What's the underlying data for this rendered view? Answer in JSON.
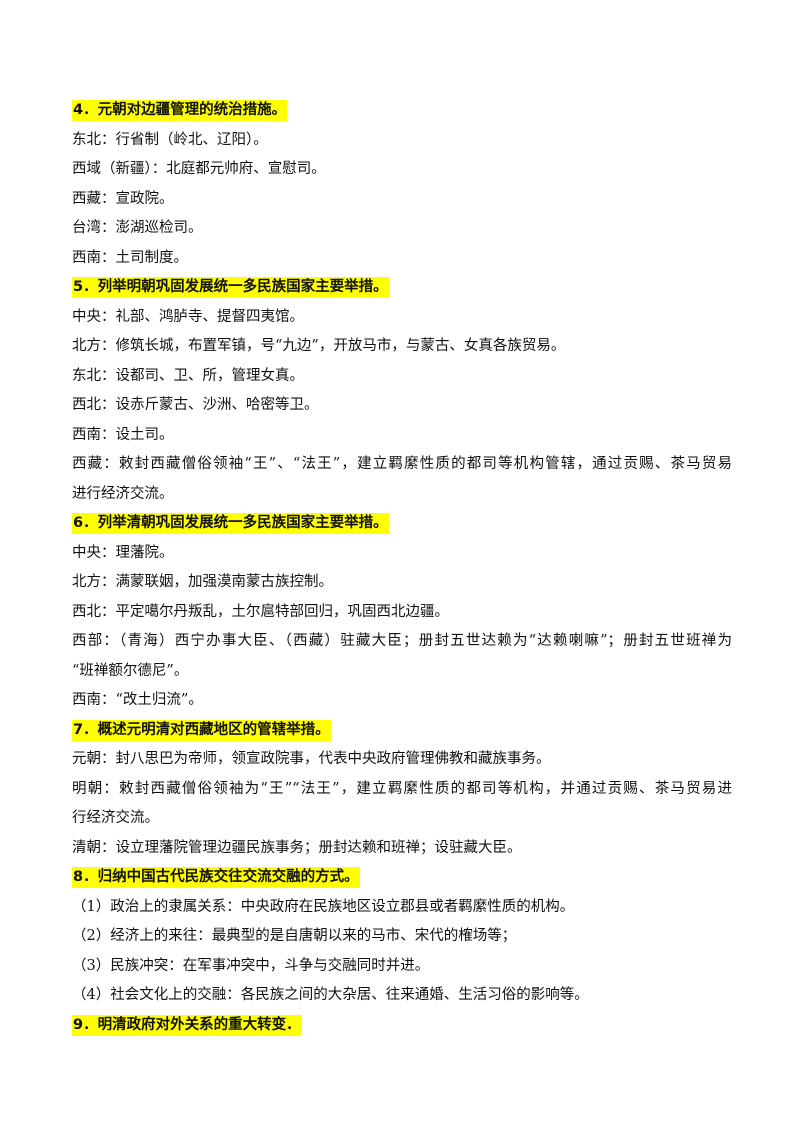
{
  "sections": [
    {
      "heading": "4．元朝对边疆管理的统治措施。",
      "lines": [
        "东北：行省制（岭北、辽阳）。",
        "西域（新疆）：北庭都元帅府、宣慰司。",
        "西藏：宣政院。",
        "台湾：澎湖巡检司。",
        "西南：土司制度。"
      ]
    },
    {
      "heading": "5．列举明朝巩固发展统一多民族国家主要举措。",
      "lines": [
        "中央：礼部、鸿胪寺、提督四夷馆。",
        "北方：修筑长城，布置军镇，号“九边”，开放马市，与蒙古、女真各族贸易。",
        "东北：设都司、卫、所，管理女真。",
        "西北：设赤斤蒙古、沙洲、哈密等卫。",
        "西南：设土司。"
      ],
      "wrapped": {
        "first": "西藏：敕封西藏僧俗领袖“王”、“法王”，建立羁縻性质的都司等机构管辖，通过贡赐、茶马贸易",
        "second": "进行经济交流。"
      }
    },
    {
      "heading": "6．列举清朝巩固发展统一多民族国家主要举措。",
      "lines": [
        "中央：理藩院。",
        "北方：满蒙联姻，加强漠南蒙古族控制。",
        "西北：平定噶尔丹叛乱，土尔扈特部回归，巩固西北边疆。"
      ],
      "wrapped": {
        "first": "西部：（青海）西宁办事大臣、（西藏）驻藏大臣；册封五世达赖为“达赖喇嘛”；册封五世班禅为",
        "second": "“班禅额尔德尼”。"
      },
      "after": [
        "西南：“改土归流”。"
      ]
    },
    {
      "heading": "7．概述元明清对西藏地区的管辖举措。",
      "lines": [
        "元朝：封八思巴为帝师，领宣政院事，代表中央政府管理佛教和藏族事务。"
      ],
      "wrapped": {
        "first": "明朝：敕封西藏僧俗领袖为“王”“法王”，建立羁縻性质的都司等机构，并通过贡赐、茶马贸易进",
        "second": "行经济交流。"
      },
      "after": [
        "清朝：设立理藩院管理边疆民族事务；册封达赖和班禅；设驻藏大臣。"
      ]
    },
    {
      "heading": "8．归纳中国古代民族交往交流交融的方式。",
      "lines": [
        "（1）政治上的隶属关系：中央政府在民族地区设立郡县或者羁縻性质的机构。",
        "（2）经济上的来往：最典型的是自唐朝以来的马市、宋代的榷场等；",
        "（3）民族冲突：在军事冲突中，斗争与交融同时并进。",
        "（4）社会文化上的交融：各民族之间的大杂居、往来通婚、生活习俗的影响等。"
      ]
    },
    {
      "heading": "9．明清政府对外关系的重大转变．",
      "lines": []
    }
  ],
  "highlight_color": "#ffff00"
}
